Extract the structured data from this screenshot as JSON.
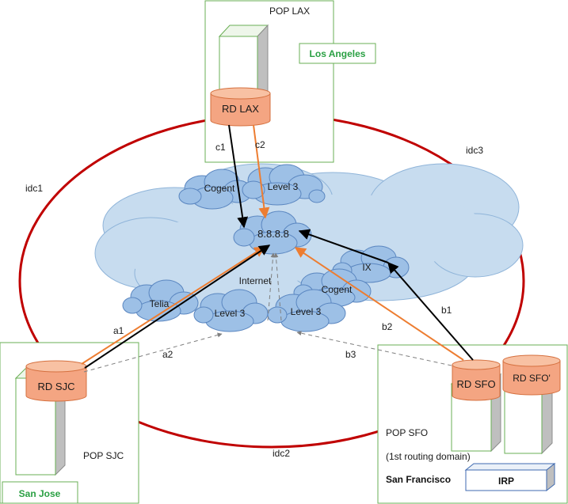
{
  "diagram": {
    "internet_label": "Internet",
    "dns_target": "8.8.8.8",
    "colors": {
      "ring": "#c00000",
      "cloud_fill": "#c7dcef",
      "cloud_stroke": "#8fb4d9",
      "small_cloud_fill": "#9dc0e6",
      "small_cloud_stroke": "#5a86c0",
      "router_fill": "#f4a582",
      "router_top": "#f8c1a3",
      "router_stroke": "#d5703f",
      "orange_link": "#ed7d31",
      "black_link": "#000000",
      "dashed_link": "#7f7f7f",
      "pop_border": "#6aaf55",
      "green_text": "#2aa043"
    },
    "idc_labels": {
      "idc1": "idc1",
      "idc2": "idc2",
      "idc3": "idc3"
    },
    "networks": [
      {
        "id": "cogent_top",
        "label": "Cogent"
      },
      {
        "id": "level3_top",
        "label": "Level 3"
      },
      {
        "id": "telia",
        "label": "Telia"
      },
      {
        "id": "level3_left",
        "label": "Level 3"
      },
      {
        "id": "level3_right",
        "label": "Level 3"
      },
      {
        "id": "cogent_right",
        "label": "Cogent"
      },
      {
        "id": "ix",
        "label": "IX"
      }
    ],
    "pops": {
      "lax": {
        "title": "POP LAX",
        "city": "Los Angeles",
        "router": "RD LAX"
      },
      "sjc": {
        "title": "POP SJC",
        "city": "San Jose",
        "router": "RD SJC"
      },
      "sfo": {
        "title": "POP SFO",
        "subtitle": "(1st routing domain)",
        "city": "San Francisco",
        "router": "RD SFO",
        "router_alt": "RD SFO'",
        "irp": "IRP"
      }
    },
    "link_labels": {
      "a1": "a1",
      "a2": "a2",
      "b1": "b1",
      "b2": "b2",
      "b3": "b3",
      "c1": "c1",
      "c2": "c2"
    }
  }
}
